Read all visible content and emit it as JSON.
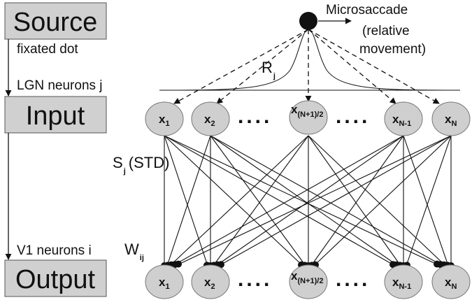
{
  "boxes": {
    "source": "Source",
    "input": "Input",
    "output": "Output"
  },
  "arrow_labels": {
    "fixated": "fixated dot",
    "lgn": "LGN neurons j",
    "v1": "V1 neurons i"
  },
  "microsaccade": {
    "title": "Microsaccade",
    "line2": "(relative",
    "line3": "movement)"
  },
  "weights": {
    "r_main": "R",
    "r_sub": "j",
    "s_main": "S",
    "s_sub": "j",
    "s_suffix": "(STD)",
    "w_main": "W",
    "w_sub": "ij"
  },
  "nodes": [
    {
      "main": "x",
      "sub": "1"
    },
    {
      "main": "x",
      "sub": "2"
    },
    {
      "main": "x",
      "sub": "(N+1)/2"
    },
    {
      "main": "x",
      "sub": "N-1"
    },
    {
      "main": "x",
      "sub": "N"
    }
  ],
  "ellipsis": "....",
  "colors": {
    "box_fill": "#d0d0d0",
    "node_fill": "#cfcfcf",
    "stroke": "#111111"
  }
}
